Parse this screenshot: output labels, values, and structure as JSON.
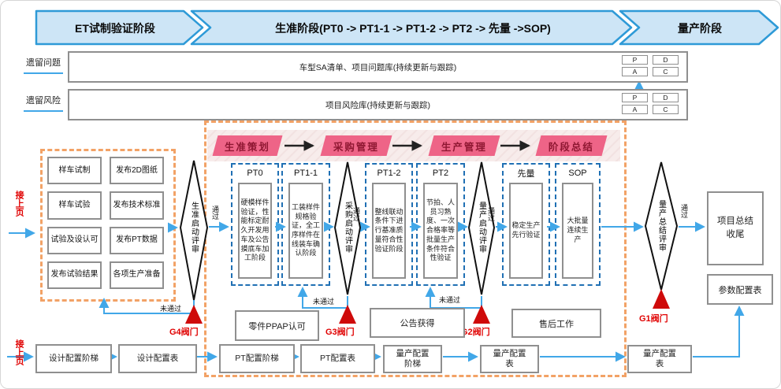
{
  "banner": {
    "stages": [
      "ET试制验证阶段",
      "生准阶段(PT0 -> PT1-1 -> PT1-2 -> PT2 -> 先量 ->SOP)",
      "量产阶段"
    ]
  },
  "trackers": {
    "pdca": [
      "P",
      "D",
      "A",
      "C"
    ],
    "rows": [
      {
        "label": "遗留问题",
        "content": "车型SA清单、项目问题库(持续更新与跟踪)"
      },
      {
        "label": "遗留风险",
        "content": "项目风险库(持续更新与跟踪)"
      }
    ]
  },
  "labels": {
    "pass": "通过",
    "fail": "未通过",
    "prev_page": "接上页"
  },
  "left_group": {
    "items": [
      "样车试制",
      "发布2D图纸",
      "样车试验",
      "发布技术标准",
      "试验及设认可",
      "发布PT数据",
      "发布试验结果",
      "各项生产准备"
    ]
  },
  "process_headers": [
    "生准策划",
    "采购管理",
    "生产管理",
    "阶段总结"
  ],
  "pt_stages": [
    {
      "title": "PT0",
      "desc": "硬模样件验证，性能标定耐久开发用车及公告摸底车加工阶段"
    },
    {
      "title": "PT1-1",
      "desc": "工装样件规格验证，全工序样件在线装车确认阶段"
    },
    {
      "title": "PT1-2",
      "desc": "整线联动条件下进行基准质量符合性验证阶段"
    },
    {
      "title": "PT2",
      "desc": "节拍、人员习熟度、一次合格率等批量生产条件符合性验证"
    },
    {
      "title": "先量",
      "desc": "稳定生产先行验证"
    },
    {
      "title": "SOP",
      "desc": "大批量连续生产"
    }
  ],
  "reviews": [
    "生准启动评审",
    "采购启动评审",
    "量产启动评审",
    "量产总结评审"
  ],
  "gates": [
    "G4阀门",
    "G3阀门",
    "G2阀门",
    "G1阀门"
  ],
  "mid_boxes": [
    "零件PPAP认可",
    "公告获得",
    "售后工作"
  ],
  "right_boxes": {
    "closure": "项目总结收尾",
    "param_table": "参数配置表"
  },
  "bottom_row": [
    "设计配置阶梯",
    "设计配置表",
    "PT配置阶梯",
    "PT配置表",
    "量产配置阶梯",
    "量产配置表",
    "量产配置表"
  ],
  "colors": {
    "line_blue": "#41a7e8",
    "banner_fill": "#cde5f6",
    "banner_stroke": "#2e9ad7",
    "pink": "#ee6487",
    "orange_dash": "#f2a266",
    "blue_dash": "#2070b4",
    "gray_border": "#8f8f8f",
    "gate_red": "#cf0a0a",
    "red_text": "#e00000"
  }
}
